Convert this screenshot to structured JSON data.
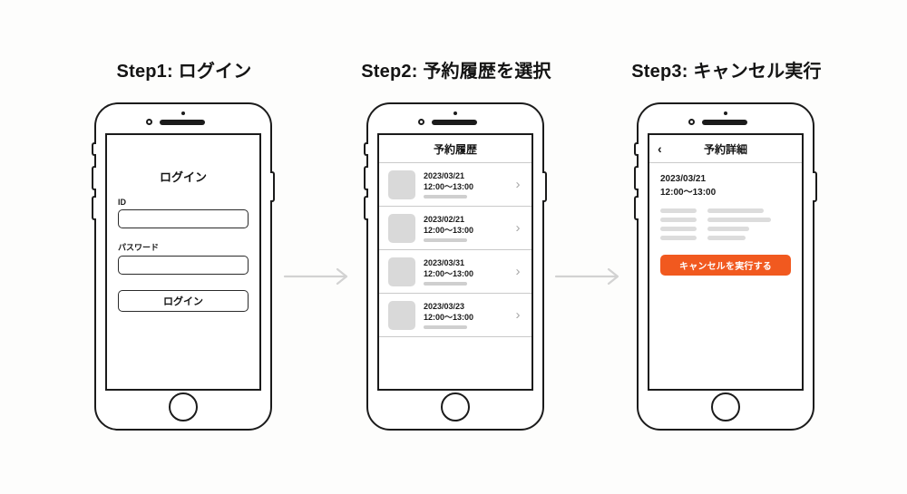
{
  "canvas": {
    "background": "#fdfdfc",
    "accent": "#f1591f",
    "outline": "#1b1b1b"
  },
  "steps": [
    {
      "title": "Step1: ログイン",
      "screen": {
        "type": "login",
        "heading": "ログイン",
        "fields": [
          {
            "label": "ID",
            "value": "",
            "placeholder": ""
          },
          {
            "label": "パスワード",
            "value": "",
            "placeholder": ""
          }
        ],
        "submit_label": "ログイン"
      }
    },
    {
      "title": "Step2: 予約履歴を選択",
      "screen": {
        "type": "list",
        "header": "予約履歴",
        "rows": [
          {
            "date": "2023/03/21",
            "time": "12:00〜13:00"
          },
          {
            "date": "2023/02/21",
            "time": "12:00〜13:00"
          },
          {
            "date": "2023/03/31",
            "time": "12:00〜13:00"
          },
          {
            "date": "2023/03/23",
            "time": "12:00〜13:00"
          }
        ],
        "chevron": "›"
      }
    },
    {
      "title": "Step3: キャンセル実行",
      "screen": {
        "type": "detail",
        "back_glyph": "‹",
        "header": "予約詳細",
        "date": "2023/03/21",
        "time": "12:00〜13:00",
        "placeholder_columns": [
          {
            "widths": [
              40,
              40,
              40,
              40
            ]
          },
          {
            "widths": [
              62,
              70,
              46,
              42
            ]
          }
        ],
        "cancel_label": "キャンセルを実行する",
        "cancel_color": "#f1591f"
      }
    }
  ],
  "arrows": [
    {
      "name": "arrow-step1-to-step2",
      "color": "#d2d2d2"
    },
    {
      "name": "arrow-step2-to-step3",
      "color": "#d2d2d2"
    }
  ]
}
